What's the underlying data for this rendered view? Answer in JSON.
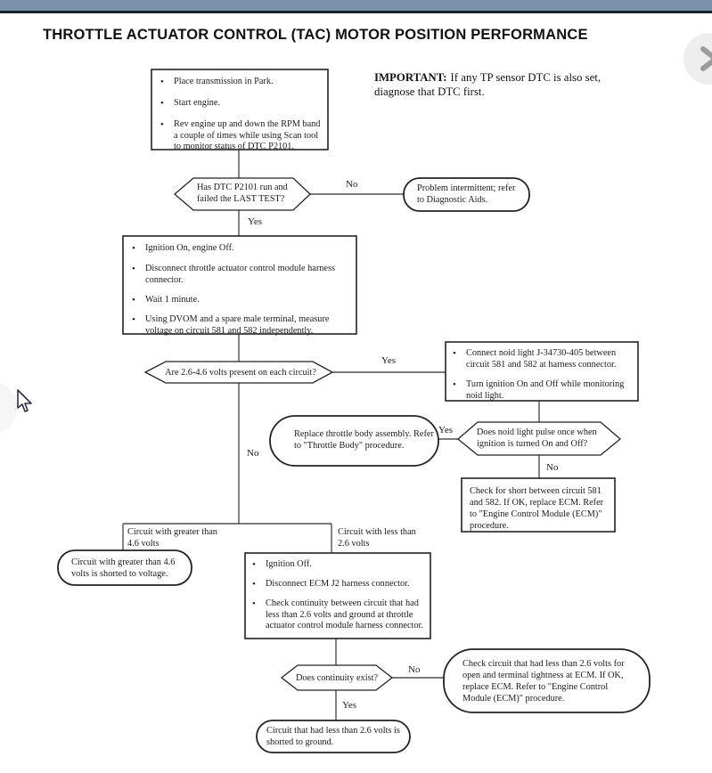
{
  "header": {
    "title": "THROTTLE ACTUATOR CONTROL (TAC) MOTOR POSITION PERFORMANCE"
  },
  "note": {
    "label": "IMPORTANT:",
    "text": "If any TP sensor DTC is also set, diagnose that DTC first."
  },
  "flowchart": {
    "step1": {
      "bullets": [
        "Place transmission in Park.",
        "Start engine.",
        "Rev engine up and down the RPM band a couple of times while using Scan tool to monitor status of DTC P2101."
      ]
    },
    "decision1": {
      "text": "Has DTC P2101 run and failed the LAST TEST?",
      "yes": "Yes",
      "no": "No"
    },
    "terminal1": {
      "text": "Problem intermittent; refer to Diagnostic Aids."
    },
    "step2": {
      "bullets": [
        "Ignition On, engine Off.",
        "Disconnect throttle actuator control module harness connector.",
        "Wait 1 minute.",
        "Using DVOM and a spare male terminal, measure voltage on circuit 581 and 582 independently."
      ]
    },
    "decision2": {
      "text": "Are 2.6-4.6 volts present on each circuit?",
      "yes": "Yes",
      "no": "No"
    },
    "step3": {
      "bullets": [
        "Connect noid light J-34730-405 between circuit 581 and 582 at harness connector.",
        "Turn ignition On and Off while monitoring noid light."
      ]
    },
    "decision3": {
      "text": "Does noid light pulse once when ignition is turned On and Off?",
      "yes": "Yes",
      "no": "No"
    },
    "terminal2": {
      "text": "Replace throttle body assembly. Refer to \"Throttle Body\" procedure."
    },
    "step4": {
      "text": "Check for short between circuit 581 and 582. If OK, replace ECM. Refer to \"Engine Control Module (ECM)\" procedure."
    },
    "branch_left_label": "Circuit with greater than 4.6 volts",
    "branch_right_label": "Circuit with less than 2.6 volts",
    "terminal3": {
      "text": "Circuit with greater than 4.6 volts is shorted to voltage."
    },
    "step5": {
      "bullets": [
        "Ignition Off.",
        "Disconnect ECM J2 harness connector.",
        "Check continuity between circuit that had less than 2.6 volts and ground at throttle actuator control module harness connector."
      ]
    },
    "decision4": {
      "text": "Does continuity exist?",
      "yes": "Yes",
      "no": "No"
    },
    "terminal4": {
      "text": "Check circuit that had less than 2.6 volts for open and terminal tightness at ECM. If OK, replace ECM. Refer to \"Engine Control Module (ECM)\" procedure."
    },
    "terminal5": {
      "text": "Circuit that had less than 2.6 volts is shorted to ground."
    }
  },
  "colors": {
    "top_bar": "#7b93aa",
    "top_bar_border": "#16222f",
    "connector_line": "#4f4f4f",
    "shape_stroke": "#222222",
    "text": "#1b1b1b"
  }
}
